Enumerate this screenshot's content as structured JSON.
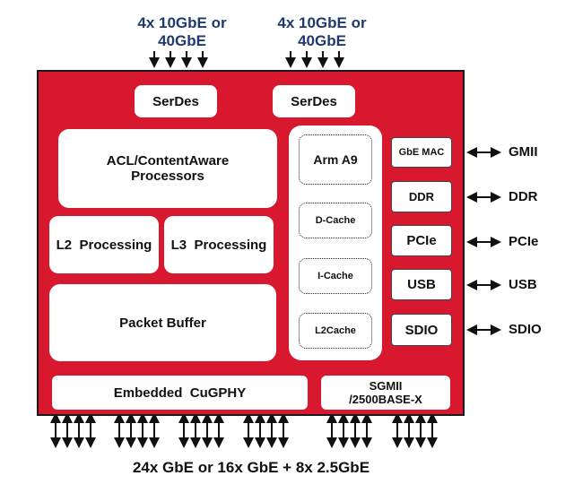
{
  "top_inputs": [
    {
      "line1": "4x 10GbE or",
      "line2": "40GbE"
    },
    {
      "line1": "4x 10GbE or",
      "line2": "40GbE"
    }
  ],
  "blocks": {
    "serdes_left": "SerDes",
    "serdes_right": "SerDes",
    "acl_line1": "ACL/ContentAware",
    "acl_line2": "Processors",
    "l2": "L2  Processing",
    "l3": "L3  Processing",
    "packet_buffer": "Packet Buffer",
    "embedded_phy": "Embedded  CuGPHY",
    "sgmii_line1": "SGMII",
    "sgmii_line2": "/2500BASE-X"
  },
  "cpu": {
    "core": "Arm A9",
    "dcache": "D-Cache",
    "icache": "I-Cache",
    "l2cache": "L2Cache"
  },
  "peripherals": [
    {
      "block": "GbE MAC",
      "external": "GMII"
    },
    {
      "block": "DDR",
      "external": "DDR"
    },
    {
      "block": "PCIe",
      "external": "PCIe"
    },
    {
      "block": "USB",
      "external": "USB"
    },
    {
      "block": "SDIO",
      "external": "SDIO"
    }
  ],
  "bottom_label": "24x GbE or 16x GbE + 8x 2.5GbE",
  "colors": {
    "chip": "#d7182f",
    "top_label": "#1f3a6e"
  }
}
